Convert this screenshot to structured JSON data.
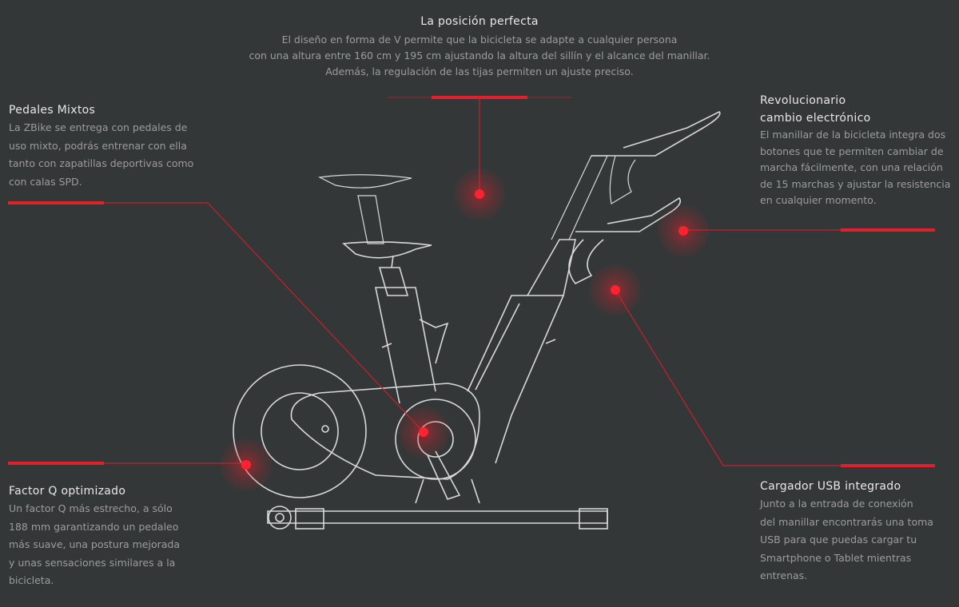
{
  "colors": {
    "background": "#343738",
    "accent": "#e0202a",
    "title": "#e8e8e8",
    "body": "#9c9c9c",
    "drawing": "#d8d8d8"
  },
  "features": {
    "top": {
      "title": "La posición perfecta",
      "lines": [
        "El diseño en forma de V permite que la bicicleta se adapte a cualquier persona",
        "con una altura entre 160 cm y 195 cm ajustando la altura del sillín y el alcance del manillar.",
        "Además, la regulación de las tijas permiten un ajuste preciso."
      ]
    },
    "pedales": {
      "title": "Pedales Mixtos",
      "lines": [
        "La ZBike se entrega con pedales de",
        "uso mixto, podrás entrenar con ella",
        "tanto con zapatillas deportivas como",
        "con calas SPD."
      ]
    },
    "factorq": {
      "title": "Factor Q optimizado",
      "lines": [
        "Un factor Q más estrecho, a sólo",
        "188 mm garantizando un pedaleo",
        "más suave, una postura mejorada",
        "y unas sensaciones similares a la",
        "bicicleta."
      ]
    },
    "cambio": {
      "title_lines": [
        "Revolucionario",
        "cambio electrónico"
      ],
      "lines": [
        "El manillar de la bicicleta integra dos",
        "botones que te permiten cambiar de",
        "marcha fácilmente, con una relación",
        "de 15 marchas y ajustar la resistencia",
        "en cualquier momento."
      ]
    },
    "usb": {
      "title": "Cargador USB integrado",
      "lines": [
        "Junto a la entrada de conexión",
        "del manillar encontrarás una toma",
        "USB para que puedas cargar tu",
        "Smartphone o Tablet mientras",
        "entrenas."
      ]
    }
  }
}
